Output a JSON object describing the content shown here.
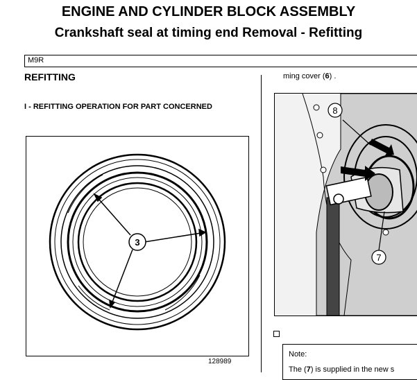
{
  "header": {
    "title": "ENGINE AND CYLINDER BLOCK ASSEMBLY",
    "subtitle": "Crankshaft seal at timing end Removal - Refitting",
    "model": "M9R"
  },
  "left": {
    "section_heading": "REFITTING",
    "operation_heading": "I - REFITTING OPERATION FOR PART CONCERNED",
    "figure": {
      "callout": "3",
      "number": "128989"
    }
  },
  "right": {
    "continued_prefix": "ming cover (",
    "continued_ref": "6",
    "continued_suffix": ") .",
    "figure": {
      "callout_top": "8",
      "callout_bottom": "7"
    },
    "note": {
      "label": "Note:",
      "text_prefix": "The (",
      "text_ref": "7",
      "text_suffix": ") is supplied in the new s"
    }
  }
}
